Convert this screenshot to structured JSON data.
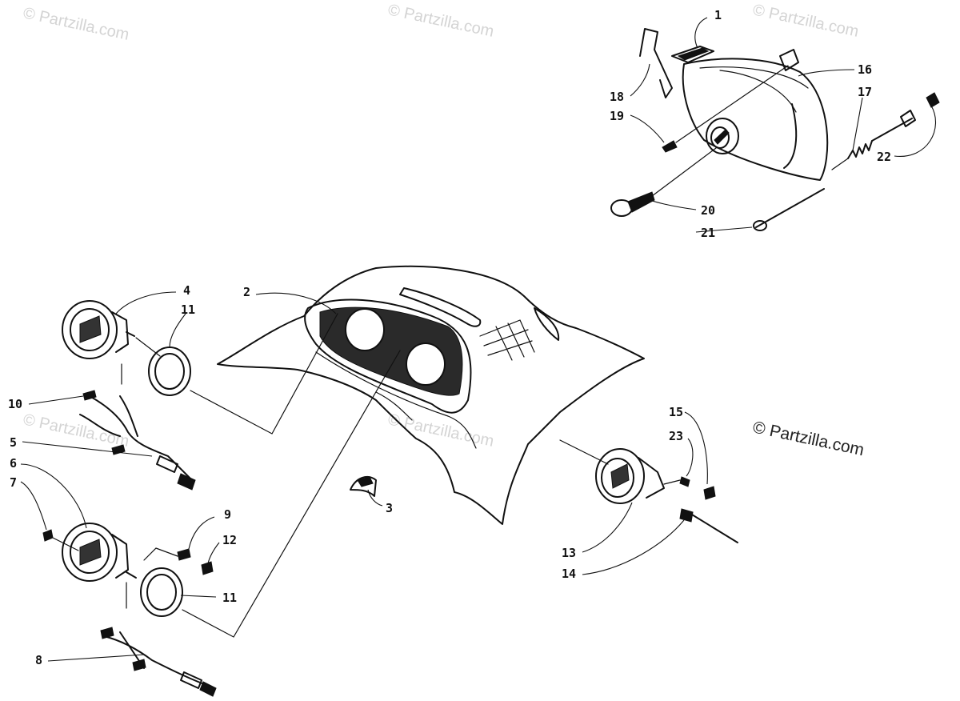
{
  "watermark": {
    "text": "© Partzilla.com",
    "color": "#d4d4d4"
  },
  "copyright": {
    "text": "© Partzilla.com"
  },
  "callouts": [
    {
      "id": "1",
      "label": "1"
    },
    {
      "id": "2",
      "label": "2"
    },
    {
      "id": "3",
      "label": "3"
    },
    {
      "id": "4",
      "label": "4"
    },
    {
      "id": "5",
      "label": "5"
    },
    {
      "id": "6",
      "label": "6"
    },
    {
      "id": "7",
      "label": "7"
    },
    {
      "id": "8",
      "label": "8"
    },
    {
      "id": "9",
      "label": "9"
    },
    {
      "id": "10",
      "label": "10"
    },
    {
      "id": "11a",
      "label": "11"
    },
    {
      "id": "11b",
      "label": "11"
    },
    {
      "id": "12",
      "label": "12"
    },
    {
      "id": "13",
      "label": "13"
    },
    {
      "id": "14",
      "label": "14"
    },
    {
      "id": "15",
      "label": "15"
    },
    {
      "id": "16",
      "label": "16"
    },
    {
      "id": "17",
      "label": "17"
    },
    {
      "id": "18",
      "label": "18"
    },
    {
      "id": "19",
      "label": "19"
    },
    {
      "id": "20",
      "label": "20"
    },
    {
      "id": "21",
      "label": "21"
    },
    {
      "id": "22",
      "label": "22"
    },
    {
      "id": "23",
      "label": "23"
    }
  ]
}
